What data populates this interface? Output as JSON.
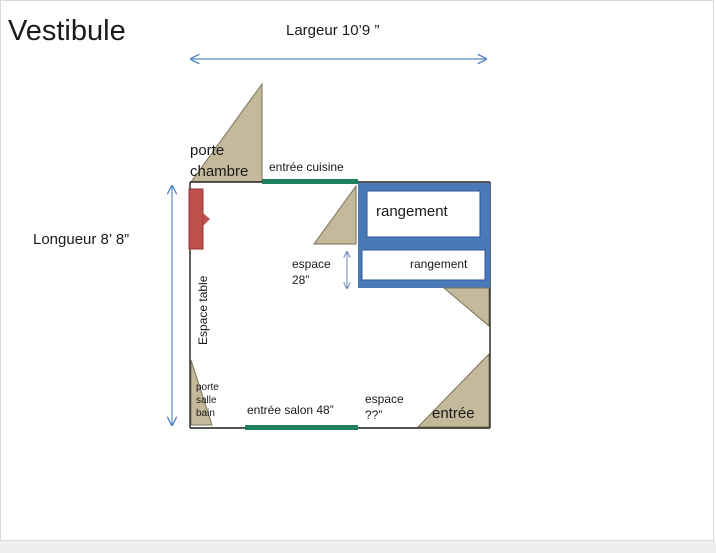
{
  "title": "Vestibule",
  "dimensions": {
    "width_label": "Largeur 10’9 ”",
    "length_label": "Longueur 8’ 8”"
  },
  "labels": {
    "porte_chambre_1": "porte",
    "porte_chambre_2": "chambre",
    "entree_cuisine": "entrée cuisine",
    "rangement_1": "rangement",
    "rangement_2": "rangement",
    "espace_28_1": "espace",
    "espace_28_2": "28”",
    "espace_table": "Espace table",
    "porte_salle_bain_1": "porte",
    "porte_salle_bain_2": "salle",
    "porte_salle_bain_3": "bain",
    "entree_salon": "entrée salon 48”",
    "espace_qq_1": "espace",
    "espace_qq_2": "??”",
    "entree": "entrée"
  },
  "colors": {
    "wall": "#1f1f1f",
    "door_fill": "#c4b99a",
    "door_stroke": "#7a7359",
    "opening": "#1f8060",
    "storage": "#4a79b8",
    "table": "#c0504d",
    "arrow": "#5b8ac6"
  }
}
